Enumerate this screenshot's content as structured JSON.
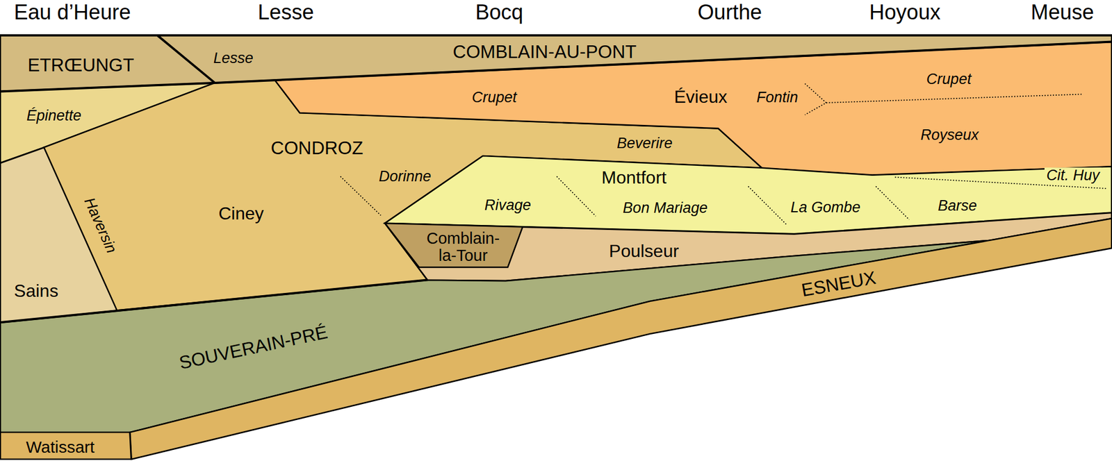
{
  "diagram": {
    "nodes": [
      {
        "text": [
          "ETRŒUNGT"
        ]
      },
      {
        "text": [
          "COMBLAIN-AU-PONT",
          "Lesse"
        ]
      },
      {
        "text": [
          "Épinette"
        ]
      },
      {
        "text": [
          "CONDROZ",
          "Haversin",
          "Ciney",
          "Dorinne",
          "Beverire"
        ]
      },
      {
        "text": [
          "Sains"
        ]
      },
      {
        "text": [
          "Évieux",
          "Crupet",
          "Fontin",
          "Crupet",
          "Royseux"
        ]
      },
      {
        "text": [
          "Montfort",
          "Rivage",
          "Bon Mariage",
          "La Gombe",
          "Barse",
          "Cit. Huy"
        ]
      },
      {
        "text": [
          "Poulseur"
        ]
      },
      {
        "text": [
          "Comblain- la-Tour"
        ]
      },
      {
        "text": [
          "SOUVERAIN-PRÉ"
        ]
      },
      {
        "text": [
          "ESNEUX"
        ]
      },
      {
        "text": [
          "Watissart"
        ]
      }
    ],
    "labels": [
      "Eau d’Heure",
      "Lesse",
      "Bocq",
      "Ourthe",
      "Hoyoux",
      "Meuse"
    ]
  }
}
